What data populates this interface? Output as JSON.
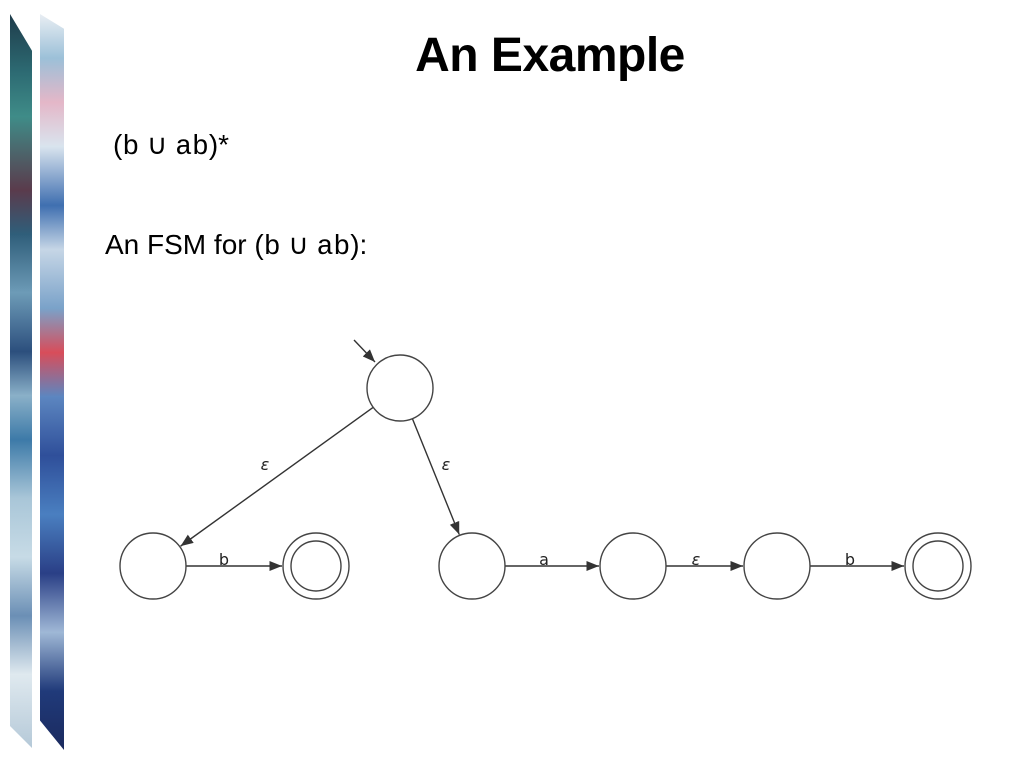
{
  "slide": {
    "title": "An Example",
    "regex_line": {
      "open": "(",
      "b": "b",
      "union": " ∪ ",
      "ab": "ab",
      "close": ")*"
    },
    "fsm_line": {
      "prefix": "An FSM for (",
      "b": "b",
      "union": " ∪ ",
      "ab": "ab",
      "suffix": "):"
    }
  },
  "diagram": {
    "states": [
      {
        "id": "s0",
        "start": true,
        "accepting": false
      },
      {
        "id": "s1",
        "start": false,
        "accepting": false
      },
      {
        "id": "s2",
        "start": false,
        "accepting": true
      },
      {
        "id": "s3",
        "start": false,
        "accepting": false
      },
      {
        "id": "s4",
        "start": false,
        "accepting": false
      },
      {
        "id": "s5",
        "start": false,
        "accepting": false
      },
      {
        "id": "s6",
        "start": false,
        "accepting": true
      }
    ],
    "transitions": [
      {
        "from": "s0",
        "to": "s1",
        "label": "ε"
      },
      {
        "from": "s0",
        "to": "s3",
        "label": "ε"
      },
      {
        "from": "s1",
        "to": "s2",
        "label": "b"
      },
      {
        "from": "s3",
        "to": "s4",
        "label": "a"
      },
      {
        "from": "s4",
        "to": "s5",
        "label": "ε"
      },
      {
        "from": "s5",
        "to": "s6",
        "label": "b"
      }
    ]
  }
}
